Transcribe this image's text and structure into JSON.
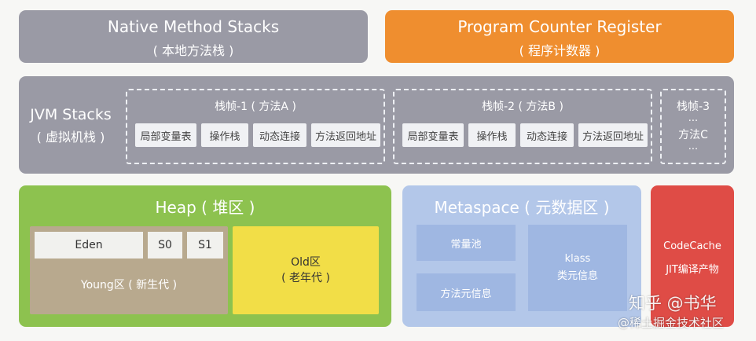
{
  "native": {
    "title": "Native Method Stacks",
    "subtitle": "( 本地方法栈 )"
  },
  "pcr": {
    "title": "Program Counter Register",
    "subtitle": "( 程序计数器 )"
  },
  "jvm": {
    "title": "JVM Stacks",
    "subtitle": "( 虚拟机栈 )",
    "frame1": {
      "title": "栈帧-1 ( 方法A )",
      "items": [
        "局部变量表",
        "操作栈",
        "动态连接",
        "方法返回地址"
      ]
    },
    "frame2": {
      "title": "栈帧-2 ( 方法B )",
      "items": [
        "局部变量表",
        "操作栈",
        "动态连接",
        "方法返回地址"
      ]
    },
    "frame3": {
      "title": "栈帧-3",
      "dots1": "...",
      "method": "方法C",
      "dots2": "..."
    }
  },
  "heap": {
    "title": "Heap ( 堆区 )",
    "eden": "Eden",
    "s0": "S0",
    "s1": "S1",
    "young": "Young区 ( 新生代 )",
    "old": "Old区\n( 老年代 )"
  },
  "meta": {
    "title": "Metaspace ( 元数据区 )",
    "constant_pool": "常量池",
    "method_meta": "方法元信息",
    "klass": "klass\n类元信息"
  },
  "codecache": {
    "title": "CodeCache",
    "subtitle": "JIT编译产物"
  },
  "watermark": {
    "primary": "知乎 @书华",
    "secondary": "@稀土掘金技术社区"
  },
  "colors": {
    "gray_panel": "#9a9aa5",
    "orange": "#ef8e2f",
    "green": "#8dc24f",
    "tan": "#b8a98e",
    "yellow": "#f2de47",
    "blue": "#b3c7e9",
    "blue_inner": "#9fb7e2",
    "red": "#df4c46"
  }
}
